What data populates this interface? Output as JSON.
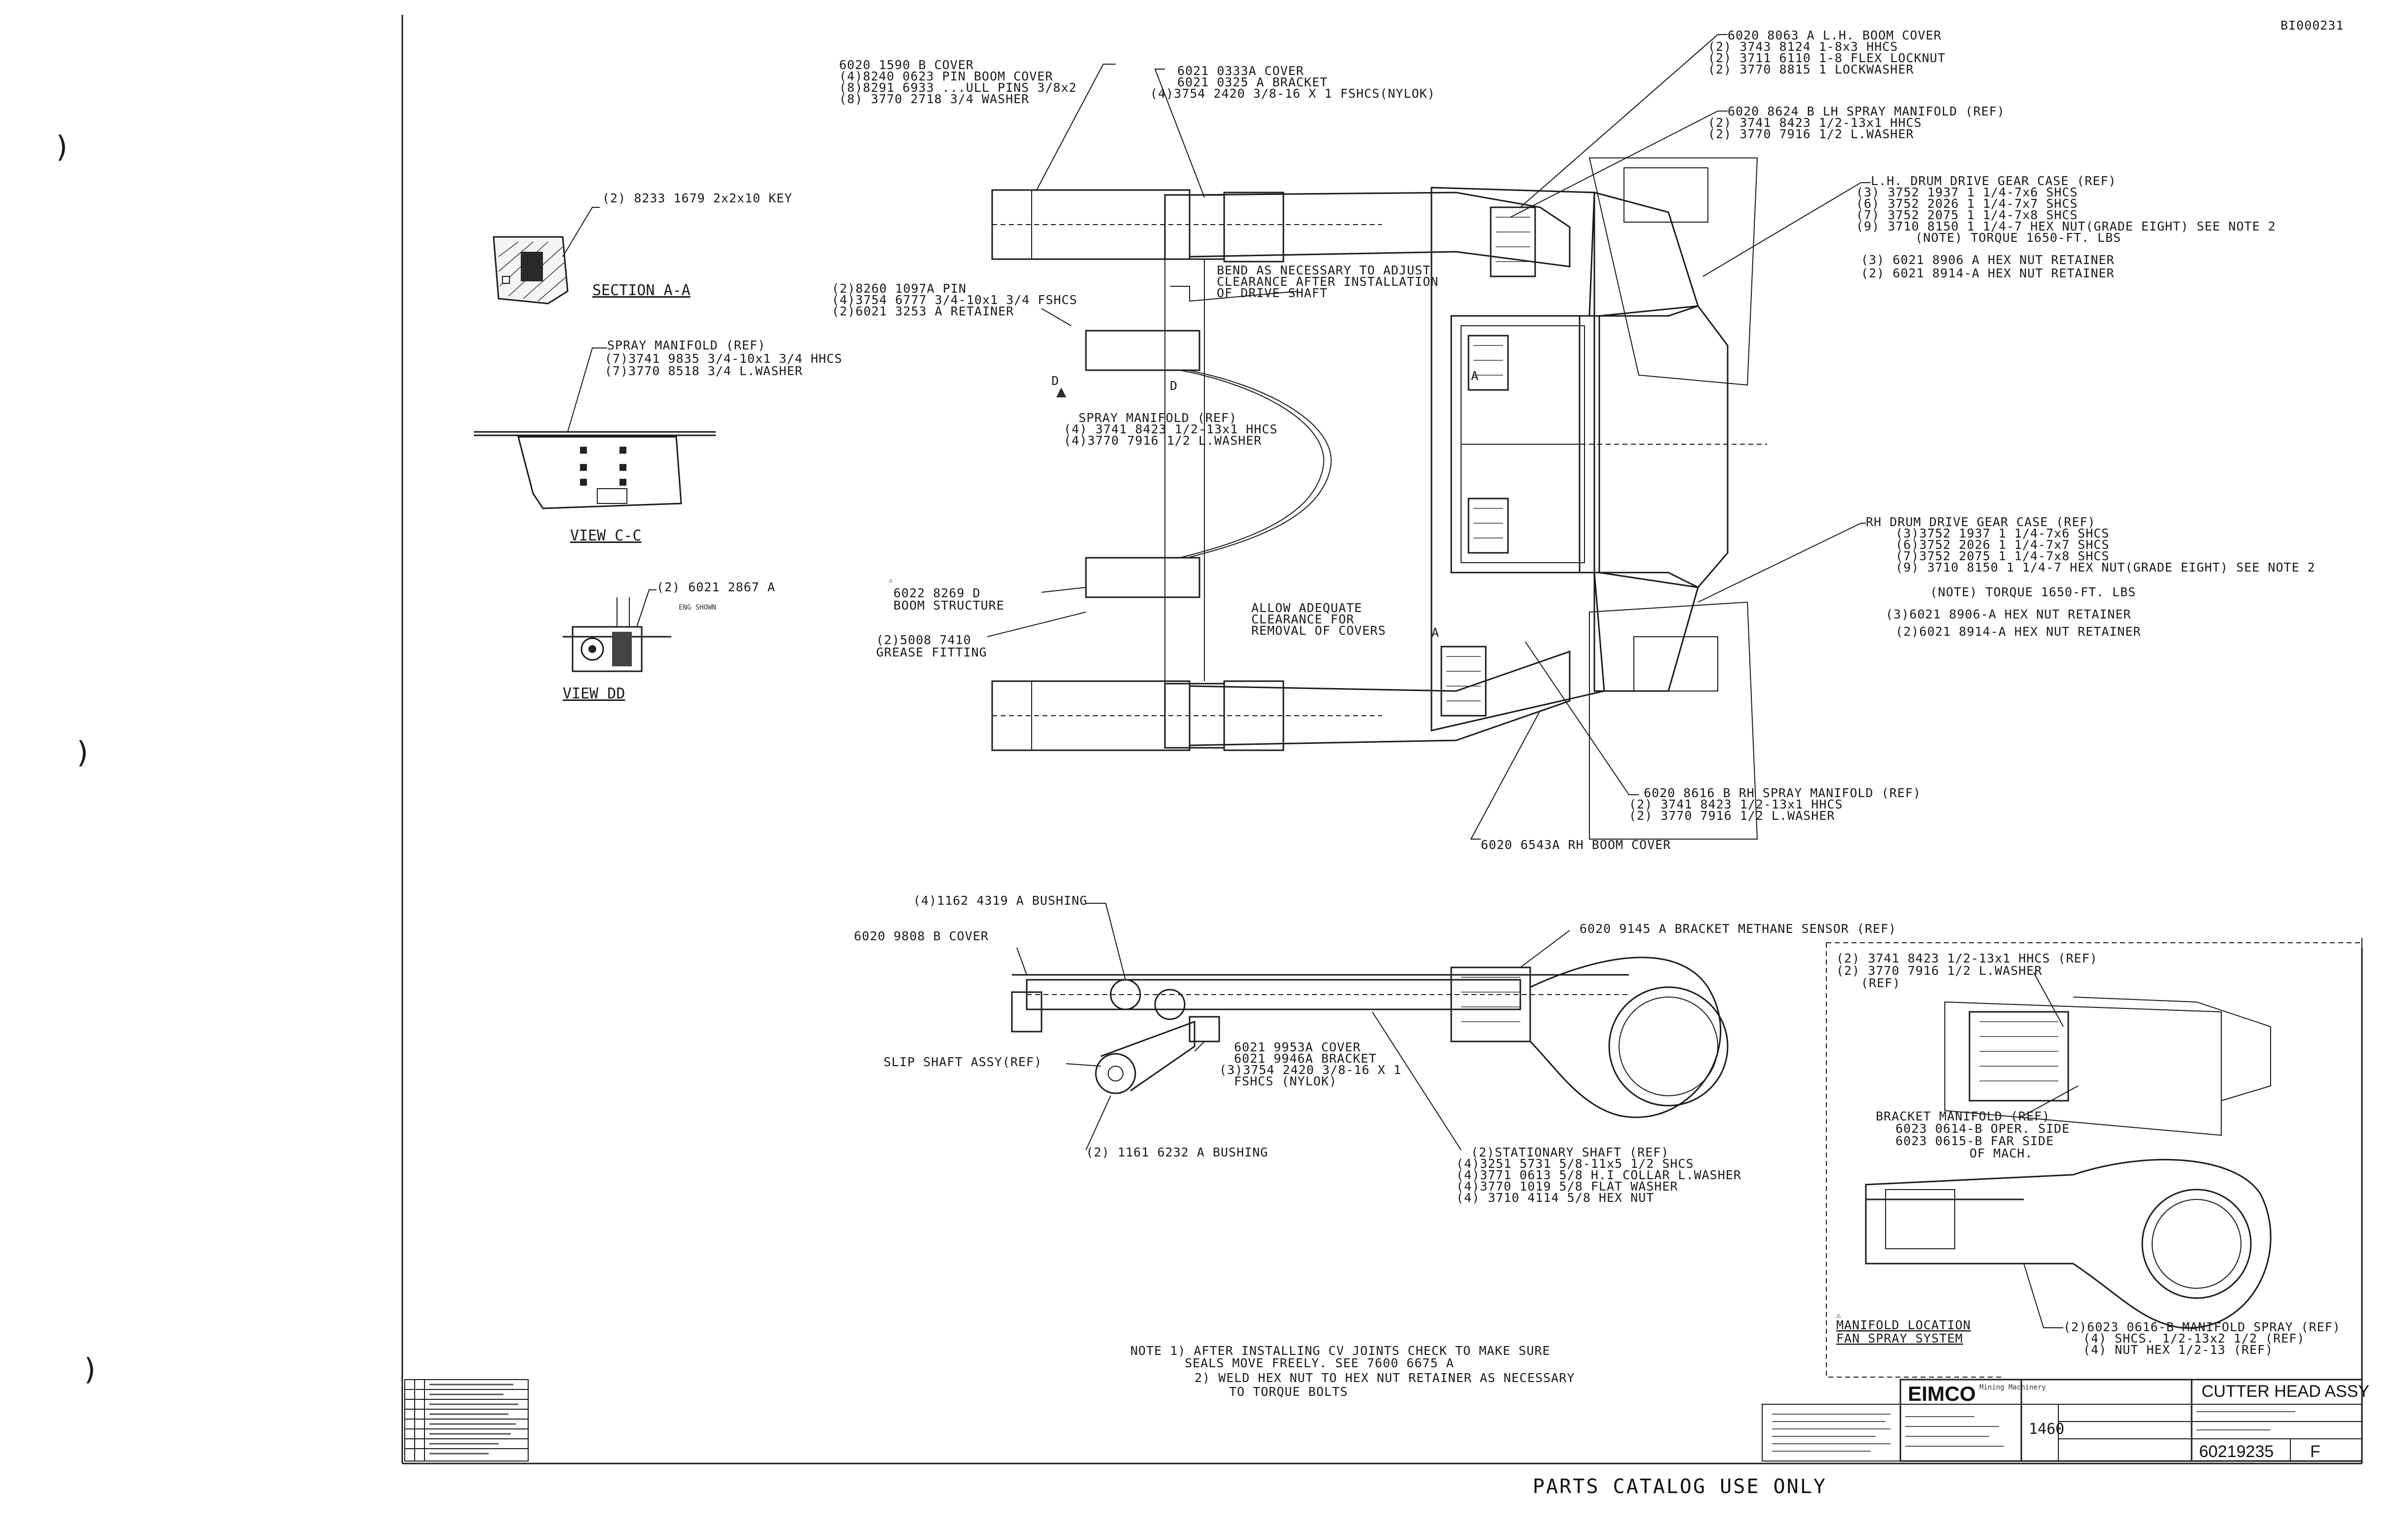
{
  "drawing_code": "BI000231",
  "section_aa": {
    "key": "(2) 8233 1679  2x2x10 KEY",
    "title": "SECTION  A-A"
  },
  "view_cc": {
    "manifold": "SPRAY MANIFOLD (REF)",
    "l1": "(7)3741 9835 3/4-10x1 3/4 HHCS",
    "l2": "(7)3770 8518 3/4 L.WASHER",
    "title": "VIEW  C-C"
  },
  "view_dd": {
    "part": "(2) 6021 2867 A",
    "title": "VIEW  DD"
  },
  "top_labels": {
    "cover_a": [
      "6020 1590 B COVER",
      "(4)8240 0623 PIN BOOM COVER",
      "(8)8291 6933  ...ULL PINS 3/8x2",
      "(8) 3770 2718 3/4 WASHER"
    ],
    "cover_b": [
      "6021 0333A COVER",
      "6021 0325 A  BRACKET",
      "(4)3754 2420  3/8-16 X 1  FSHCS(NYLOK)"
    ],
    "lh_boom": [
      "6020 8063 A  L.H. BOOM COVER",
      "(2)  3743 8124  1-8x3 HHCS",
      "(2)  3711 6110   1-8 FLEX LOCKNUT",
      "(2)  3770 8815  1 LOCKWASHER"
    ],
    "lh_spray": [
      "6020 8624 B  LH SPRAY MANIFOLD (REF)",
      "(2)  3741 8423  1/2-13x1 HHCS",
      "(2)  3770 7916  1/2 L.WASHER"
    ],
    "lh_drum": [
      "L.H. DRUM DRIVE GEAR CASE (REF)",
      "(3)  3752 1937  1 1/4-7x6 SHCS",
      "(6)  3752 2026  1 1/4-7x7 SHCS",
      "(7)  3752 2075  1 1/4-7x8 SHCS",
      "(9)  3710 8150  1 1/4-7 HEX NUT(GRADE EIGHT)  SEE NOTE 2",
      "(NOTE) TORQUE  1650-FT. LBS",
      "(3) 6021 8906 A HEX NUT RETAINER",
      "(2) 6021 8914-A HEX NUT RETAINER"
    ],
    "bend_note": [
      "BEND AS NECESSARY TO ADJUST",
      "CLEARANCE AFTER INSTALLATION",
      "OF DRIVE SHAFT"
    ],
    "pin": [
      "(2)8260 1097A PIN",
      "(4)3754 6777  3/4-10x1 3/4 FSHCS",
      "(2)6021 3253 A RETAINER"
    ],
    "spray_mid": [
      "SPRAY  MANIFOLD (REF)",
      "(4) 3741 8423  1/2-13x1 HHCS",
      "(4)3770  7916  1/2 L.WASHER"
    ],
    "boom": [
      "6022 8269 D",
      "BOOM STRUCTURE"
    ],
    "grease": [
      "(2)5008 7410",
      "GREASE FITTING"
    ],
    "allow": [
      "ALLOW ADEQUATE",
      "CLEARANCE  FOR",
      "REMOVAL OF COVERS"
    ],
    "rh_drum": [
      "RH  DRUM DRIVE GEAR CASE (REF)",
      "(3)3752 1937  1 1/4-7x6 SHCS",
      "(6)3752 2026  1 1/4-7x7 SHCS",
      "(7)3752 2075  1 1/4-7x8 SHCS",
      "(9) 3710 8150  1 1/4-7 HEX NUT(GRADE EIGHT) SEE NOTE 2",
      "(NOTE) TORQUE  1650-FT. LBS",
      "(3)6021 8906-A HEX NUT RETAINER",
      "(2)6021 8914-A HEX NUT RETAINER"
    ],
    "rh_spray": [
      "6020 8616 B  RH  SPRAY MANIFOLD (REF)",
      "(2)  3741 8423  1/2-13x1 HHCS",
      "(2)  3770 7916  1/2 L.WASHER"
    ],
    "rh_boom": "6020 6543A  RH BOOM COVER"
  },
  "lower_labels": {
    "bushing_top": "(4)1162 4319 A BUSHING",
    "cover": "6020 9808 B COVER",
    "bracket_sensor": "6020 9145 A BRACKET METHANE SENSOR (REF)",
    "slip_shaft": "SLIP SHAFT ASSY(REF)",
    "cover2": [
      "6021 9953A COVER",
      "6021 9946A BRACKET",
      "(3)3754 2420  3/8-16 X 1",
      "FSHCS (NYLOK)"
    ],
    "bushing_bot": "(2) 1161 6232 A BUSHING",
    "stationary": [
      "(2)STATIONARY SHAFT (REF)",
      "(4)3251 5731   5/8-11x5 1/2 SHCS",
      "(4)3771 0613   5/8 H.I COLLAR L.WASHER",
      "(4)3770 1019   5/8 FLAT WASHER",
      "(4) 3710 4114   5/8 HEX NUT"
    ]
  },
  "inset": {
    "hhcs": "(2) 3741 8423  1/2-13x1 HHCS (REF)",
    "washer": "(2) 3770  7916  1/2 L.WASHER",
    "ref": "(REF)",
    "bracket": [
      "BRACKET  MANIFOLD (REF)",
      "6023 0614-B  OPER. SIDE",
      "6023 0615-B  FAR  SIDE",
      "OF MACH."
    ],
    "manifold_loc": [
      "MANIFOLD LOCATION",
      "FAN  SPRAY  SYSTEM"
    ],
    "spray": [
      "(2)6023 0616-B  MANIFOLD SPRAY (REF)",
      "(4) SHCS. 1/2-13x2 1/2 (REF)",
      "(4) NUT  HEX  1/2-13 (REF)"
    ]
  },
  "note": {
    "l1": "NOTE 1) AFTER  INSTALLING  CV JOINTS CHECK TO MAKE SURE",
    "l2": "SEALS  MOVE  FREELY.  SEE   7600 6675 A",
    "l3": "2) WELD  HEX NUT TO HEX NUT RETAINER  AS NECESSARY",
    "l4": "TO TORQUE BOLTS"
  },
  "title_block": {
    "brand": "EIMCO",
    "brand_sub": "Mining Machinery",
    "title": "CUTTER HEAD ASSY",
    "model": "1460",
    "drawing_no": "60219235",
    "rev": "F"
  },
  "footer": "PARTS CATALOG USE ONLY",
  "margin_marks": [
    ")",
    ")",
    ")"
  ]
}
